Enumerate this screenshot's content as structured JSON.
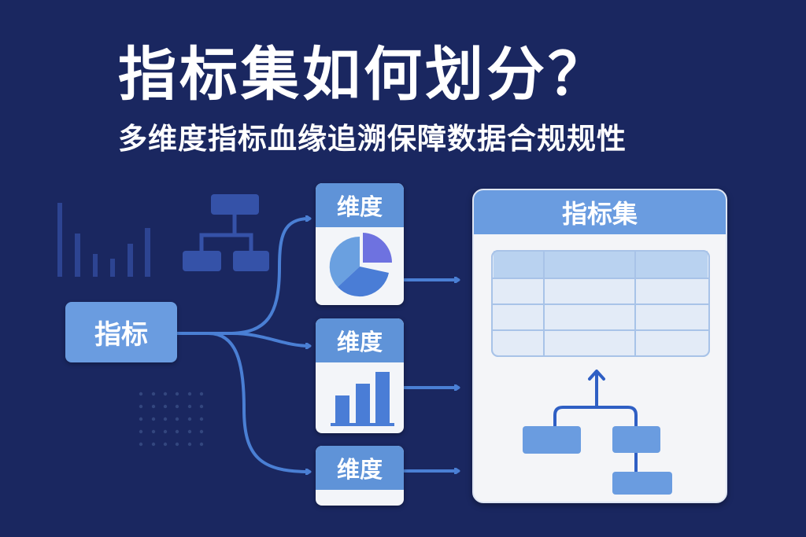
{
  "header": {
    "title": "指标集如何划分？",
    "subtitle": "多维度指标血缘追溯保障数据合规规性"
  },
  "diagram": {
    "source_node": {
      "label": "指标"
    },
    "dimension_cards": [
      {
        "label": "维度",
        "icon": "pie-chart-icon"
      },
      {
        "label": "维度",
        "icon": "bar-chart-icon"
      },
      {
        "label": "维度",
        "icon": "none"
      }
    ],
    "target_panel": {
      "label": "指标集",
      "table": {
        "rows": 4,
        "columns": 3
      },
      "icon": "hierarchy-tree-icon"
    },
    "decorations": [
      "bar-chart-icon",
      "org-chart-icon",
      "dot-grid"
    ]
  },
  "colors": {
    "background": "#1a2760",
    "accent": "#6a9ce0",
    "card_header": "#5f93d8",
    "connector": "#4a7fd4",
    "panel": "#f4f5f8"
  }
}
